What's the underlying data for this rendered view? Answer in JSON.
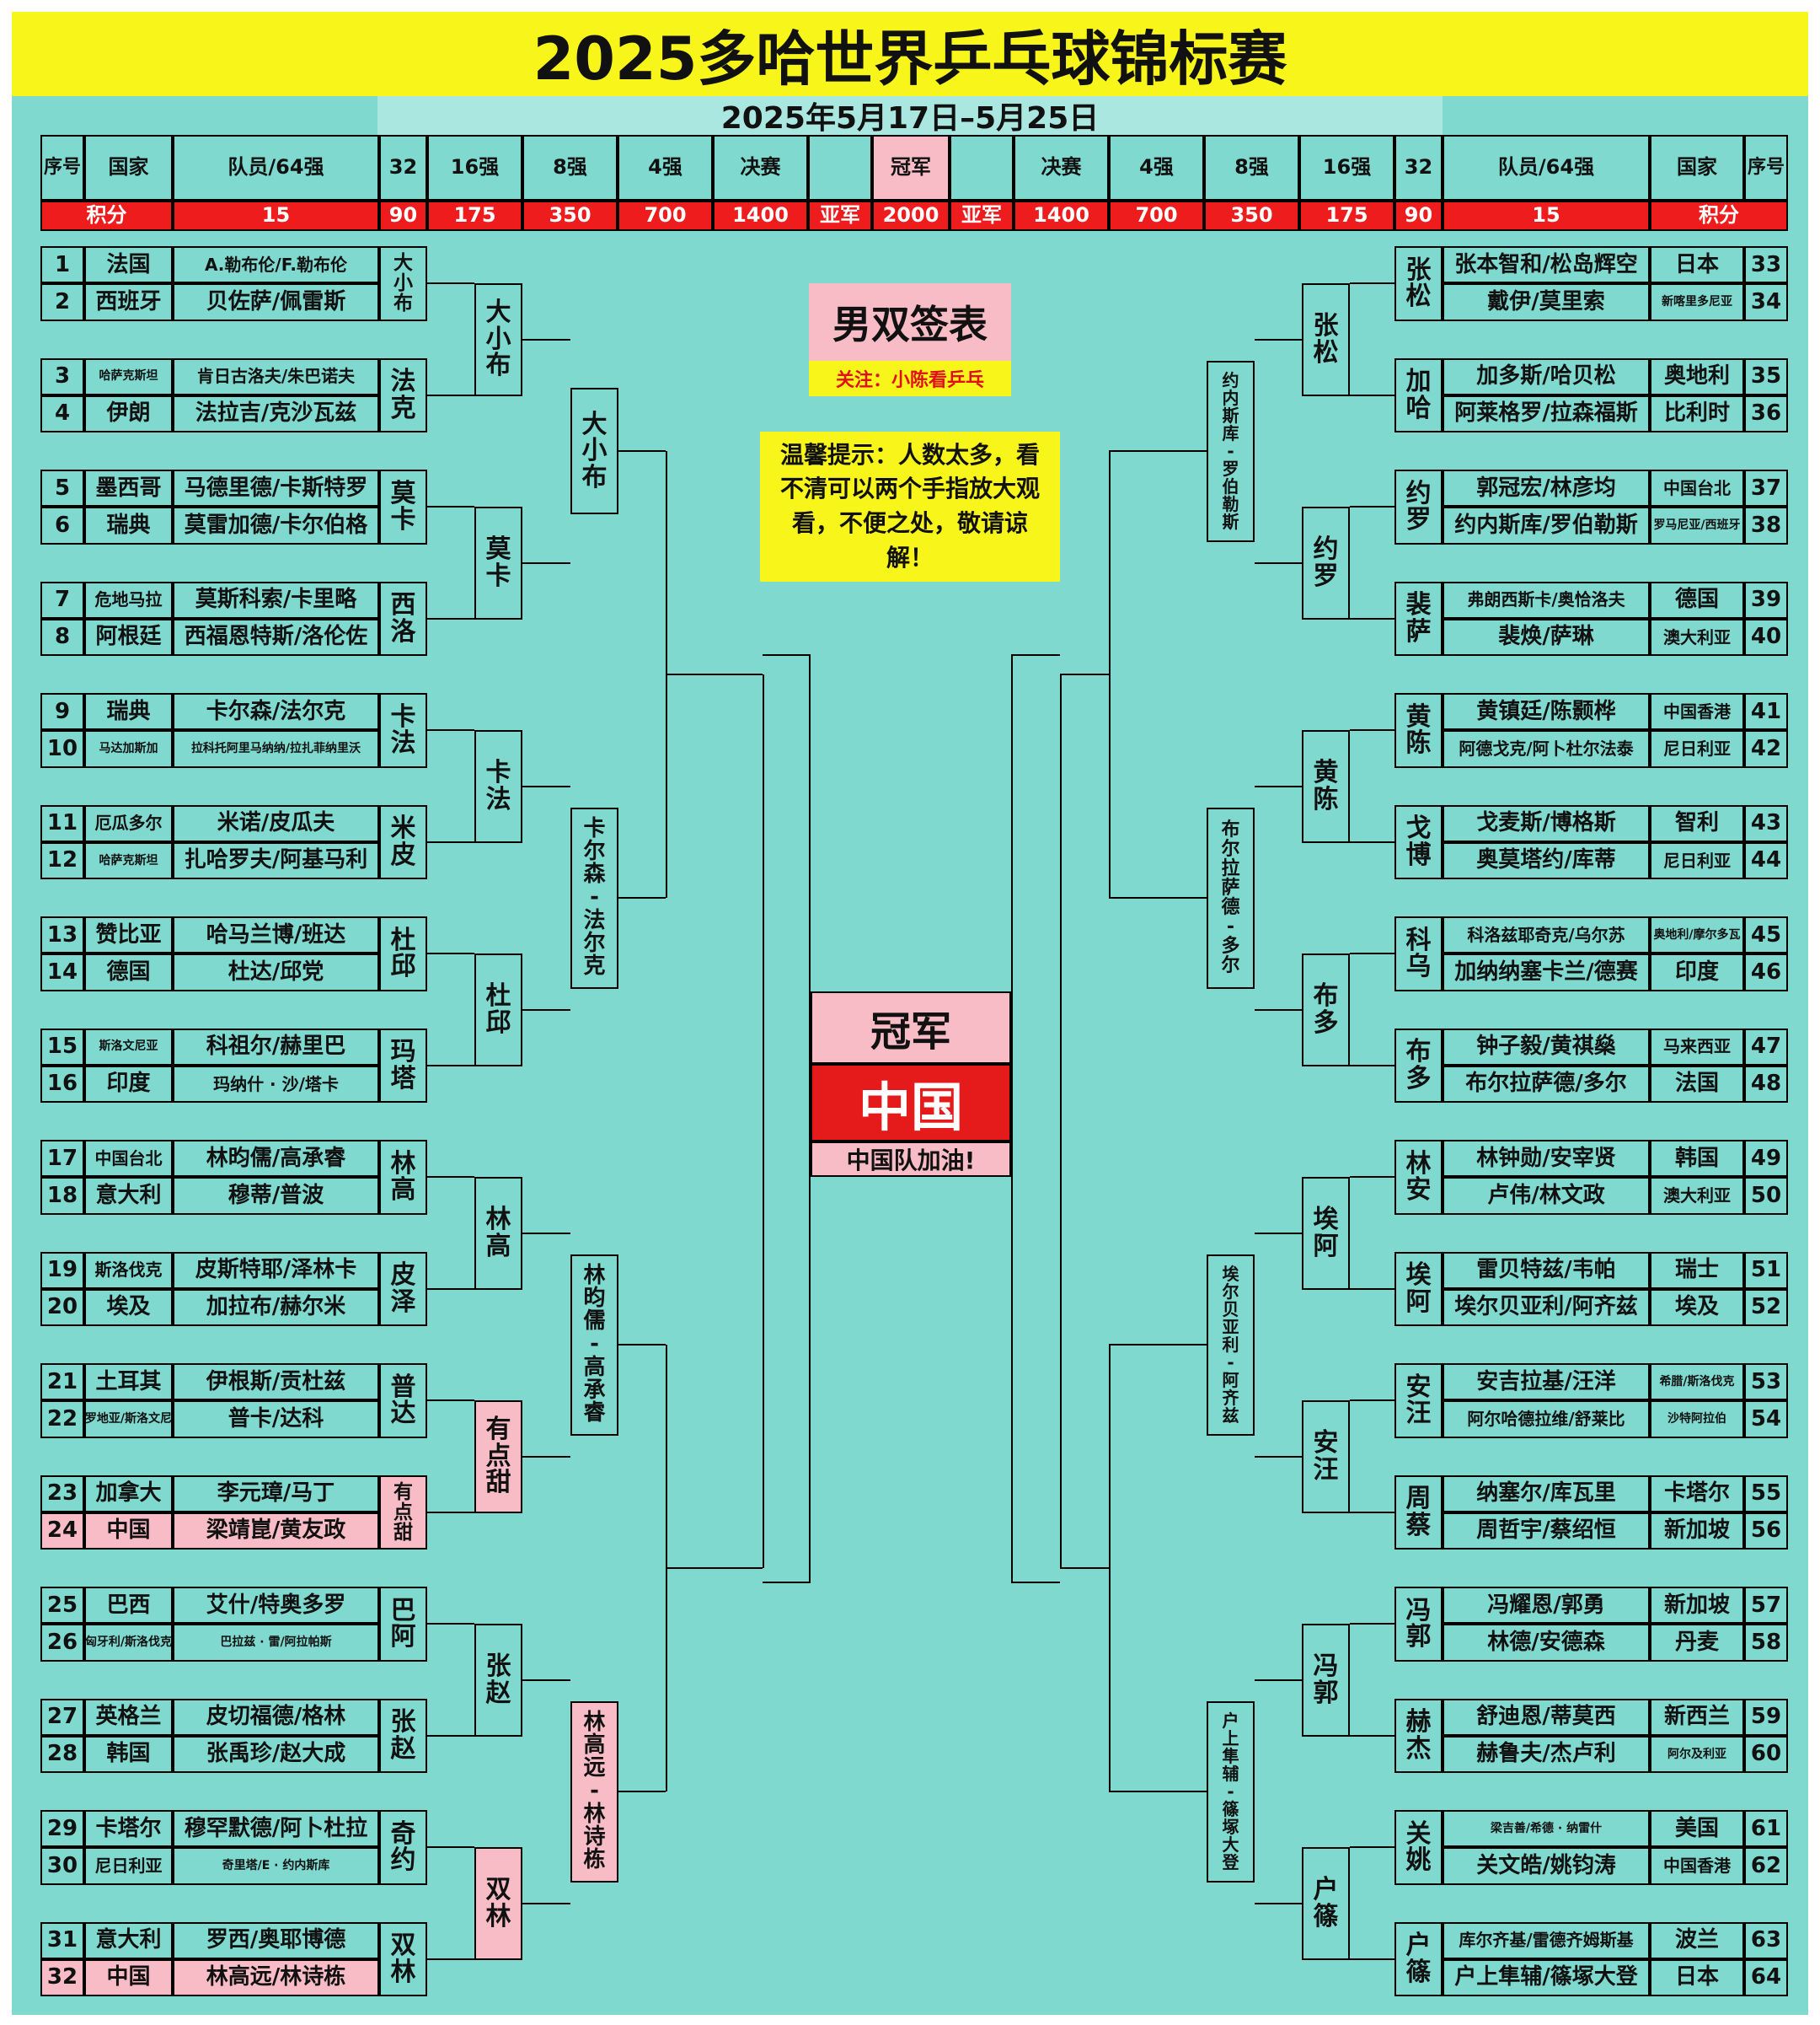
{
  "title": "2025多哈世界乒乓球锦标赛",
  "date_range": "2025年5月17日–5月25日",
  "draw_title": "男双签表",
  "follow_note": "关注：小陈看乒乓",
  "tip": "温馨提示：人数太多，看不清可以两个手指放大观看，不便之处，敬请谅解！",
  "champion": {
    "label": "冠军",
    "team": "中国",
    "cheer": "中国队加油!"
  },
  "headers": {
    "seq": "序号",
    "country": "国家",
    "players": "队员/64强",
    "r32": "32",
    "r16": "16强",
    "qf": "8强",
    "sf": "4强",
    "final": "决赛",
    "champion": "冠军"
  },
  "points": {
    "label": "积分",
    "r64": "15",
    "r32": "90",
    "r16": "175",
    "qf": "350",
    "sf": "700",
    "final": "1400",
    "runner_up": "亚军",
    "champion": "2000"
  },
  "left": [
    {
      "seq": "1",
      "country": "法国",
      "players": "A.勒布伦/F.勒布伦"
    },
    {
      "seq": "2",
      "country": "西班牙",
      "players": "贝佐萨/佩雷斯"
    },
    {
      "seq": "3",
      "country": "哈萨克斯坦",
      "players": "肯日古洛夫/朱巴诺夫"
    },
    {
      "seq": "4",
      "country": "伊朗",
      "players": "法拉吉/克沙瓦兹"
    },
    {
      "seq": "5",
      "country": "墨西哥",
      "players": "马德里德/卡斯特罗"
    },
    {
      "seq": "6",
      "country": "瑞典",
      "players": "莫雷加德/卡尔伯格"
    },
    {
      "seq": "7",
      "country": "危地马拉",
      "players": "莫斯科索/卡里略"
    },
    {
      "seq": "8",
      "country": "阿根廷",
      "players": "西福恩特斯/洛伦佐"
    },
    {
      "seq": "9",
      "country": "瑞典",
      "players": "卡尔森/法尔克"
    },
    {
      "seq": "10",
      "country": "马达加斯加",
      "players": "拉科托阿里马纳纳/拉扎菲纳里沃"
    },
    {
      "seq": "11",
      "country": "厄瓜多尔",
      "players": "米诺/皮瓜夫"
    },
    {
      "seq": "12",
      "country": "哈萨克斯坦",
      "players": "扎哈罗夫/阿基马利"
    },
    {
      "seq": "13",
      "country": "赞比亚",
      "players": "哈马兰博/班达"
    },
    {
      "seq": "14",
      "country": "德国",
      "players": "杜达/邱党"
    },
    {
      "seq": "15",
      "country": "斯洛文尼亚",
      "players": "科祖尔/赫里巴"
    },
    {
      "seq": "16",
      "country": "印度",
      "players": "玛纳什 · 沙/塔卡"
    },
    {
      "seq": "17",
      "country": "中国台北",
      "players": "林昀儒/高承睿"
    },
    {
      "seq": "18",
      "country": "意大利",
      "players": "穆蒂/普波"
    },
    {
      "seq": "19",
      "country": "斯洛伐克",
      "players": "皮斯特耶/泽林卡"
    },
    {
      "seq": "20",
      "country": "埃及",
      "players": "加拉布/赫尔米"
    },
    {
      "seq": "21",
      "country": "土耳其",
      "players": "伊根斯/贡杜兹"
    },
    {
      "seq": "22",
      "country": "克罗地亚/斯洛文尼亚",
      "players": "普卡/达科"
    },
    {
      "seq": "23",
      "country": "加拿大",
      "players": "李元璋/马丁"
    },
    {
      "seq": "24",
      "country": "中国",
      "players": "梁靖崑/黄友政"
    },
    {
      "seq": "25",
      "country": "巴西",
      "players": "艾什/特奥多罗"
    },
    {
      "seq": "26",
      "country": "匈牙利/斯洛伐克",
      "players": "巴拉兹 · 雷/阿拉帕斯"
    },
    {
      "seq": "27",
      "country": "英格兰",
      "players": "皮切福德/格林"
    },
    {
      "seq": "28",
      "country": "韩国",
      "players": "张禹珍/赵大成"
    },
    {
      "seq": "29",
      "country": "卡塔尔",
      "players": "穆罕默德/阿卜杜拉"
    },
    {
      "seq": "30",
      "country": "尼日利亚",
      "players": "奇里塔/E · 约内斯库"
    },
    {
      "seq": "31",
      "country": "意大利",
      "players": "罗西/奥耶博德"
    },
    {
      "seq": "32",
      "country": "中国",
      "players": "林高远/林诗栋"
    }
  ],
  "right": [
    {
      "seq": "33",
      "country": "日本",
      "players": "张本智和/松岛辉空"
    },
    {
      "seq": "34",
      "country": "新喀里多尼亚",
      "players": "戴伊/莫里索"
    },
    {
      "seq": "35",
      "country": "奥地利",
      "players": "加多斯/哈贝松"
    },
    {
      "seq": "36",
      "country": "比利时",
      "players": "阿莱格罗/拉森福斯"
    },
    {
      "seq": "37",
      "country": "中国台北",
      "players": "郭冠宏/林彦均"
    },
    {
      "seq": "38",
      "country": "罗马尼亚/西班牙",
      "players": "约内斯库/罗伯勒斯"
    },
    {
      "seq": "39",
      "country": "德国",
      "players": "弗朗西斯卡/奥恰洛夫"
    },
    {
      "seq": "40",
      "country": "澳大利亚",
      "players": "裴焕/萨琳"
    },
    {
      "seq": "41",
      "country": "中国香港",
      "players": "黄镇廷/陈颢桦"
    },
    {
      "seq": "42",
      "country": "尼日利亚",
      "players": "阿德戈克/阿卜杜尔法泰"
    },
    {
      "seq": "43",
      "country": "智利",
      "players": "戈麦斯/博格斯"
    },
    {
      "seq": "44",
      "country": "尼日利亚",
      "players": "奥莫塔约/库蒂"
    },
    {
      "seq": "45",
      "country": "奥地利/摩尔多瓦",
      "players": "科洛兹耶奇克/乌尔苏"
    },
    {
      "seq": "46",
      "country": "印度",
      "players": "加纳纳塞卡兰/德赛"
    },
    {
      "seq": "47",
      "country": "马来西亚",
      "players": "钟子毅/黄祺燊"
    },
    {
      "seq": "48",
      "country": "法国",
      "players": "布尔拉萨德/多尔"
    },
    {
      "seq": "49",
      "country": "韩国",
      "players": "林钟勋/安宰贤"
    },
    {
      "seq": "50",
      "country": "澳大利亚",
      "players": "卢伟/林文政"
    },
    {
      "seq": "51",
      "country": "瑞士",
      "players": "雷贝特兹/韦帕"
    },
    {
      "seq": "52",
      "country": "埃及",
      "players": "埃尔贝亚利/阿齐兹"
    },
    {
      "seq": "53",
      "country": "希腊/斯洛伐克",
      "players": "安吉拉基/汪洋"
    },
    {
      "seq": "54",
      "country": "沙特阿拉伯",
      "players": "阿尔哈德拉维/舒莱比"
    },
    {
      "seq": "55",
      "country": "卡塔尔",
      "players": "纳塞尔/库瓦里"
    },
    {
      "seq": "56",
      "country": "新加坡",
      "players": "周哲宇/蔡绍恒"
    },
    {
      "seq": "57",
      "country": "新加坡",
      "players": "冯耀恩/郭勇"
    },
    {
      "seq": "58",
      "country": "丹麦",
      "players": "林德/安德森"
    },
    {
      "seq": "59",
      "country": "新西兰",
      "players": "舒迪恩/蒂莫西"
    },
    {
      "seq": "60",
      "country": "阿尔及利亚",
      "players": "赫鲁夫/杰卢利"
    },
    {
      "seq": "61",
      "country": "美国",
      "players": "梁吉善/希德 · 纳雷什"
    },
    {
      "seq": "62",
      "country": "中国香港",
      "players": "关文皓/姚钧涛"
    },
    {
      "seq": "63",
      "country": "波兰",
      "players": "库尔齐基/雷德齐姆斯基"
    },
    {
      "seq": "64",
      "country": "日本",
      "players": "户上隼辅/篠塚大登"
    }
  ],
  "left_r32": [
    "大小布",
    "法克",
    "莫卡",
    "西洛",
    "卡法",
    "米皮",
    "杜邱",
    "玛塔",
    "林高",
    "皮泽",
    "普达",
    "有点甜",
    "巴阿",
    "张赵",
    "奇约",
    "双林"
  ],
  "left_r16": [
    "大小布",
    "莫卡",
    "卡法",
    "杜邱",
    "林高",
    "有点甜",
    "张赵",
    "双林"
  ],
  "left_qf": [
    "大小布",
    "卡尔森-法尔克",
    "林昀儒-高承睿",
    "林高远-林诗栋"
  ],
  "right_r32": [
    "张松",
    "加哈",
    "约罗",
    "裴萨",
    "黄陈",
    "戈博",
    "科乌",
    "布多",
    "林安",
    "埃阿",
    "安汪",
    "周蔡",
    "冯郭",
    "赫杰",
    "关姚",
    "户篠"
  ],
  "right_r16": [
    "张松",
    "约罗",
    "黄陈",
    "布多",
    "埃阿",
    "安汪",
    "冯郭",
    "户篠"
  ],
  "right_qf": [
    "约内斯库-罗伯勒斯",
    "布尔拉萨德-多尔",
    "埃尔贝亚利-阿齐兹",
    "户上隼辅-篠塚大登"
  ],
  "colors": {
    "board": "#7fd9cf",
    "banner": "#f7f51a",
    "points": "#ee1c1c",
    "highlight": "#f7bcc5",
    "champion": "#e51b1b"
  }
}
